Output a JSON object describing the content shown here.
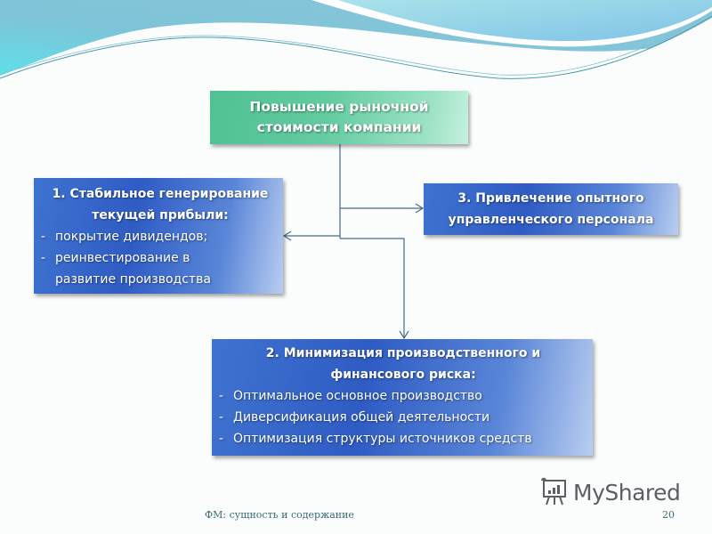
{
  "slide": {
    "root": {
      "lines": [
        "Повышение рыночной",
        "стоимости компании"
      ],
      "color": "#5cc99a"
    },
    "box1": {
      "title_lines": [
        "1. Стабильное генерирование",
        "текущей прибыли:"
      ],
      "bullets": [
        {
          "dash": "-",
          "text": "покрытие дивидендов;"
        },
        {
          "dash": "-",
          "text": "реинвестирование в"
        },
        {
          "dash": "",
          "text": "развитие производства"
        }
      ]
    },
    "box2": {
      "title_lines": [
        "2. Минимизация производственного и",
        "финансового риска:"
      ],
      "bullets": [
        {
          "dash": "-",
          "text": "Оптимальное основное производство"
        },
        {
          "dash": "-",
          "text": "Диверсификация общей деятельности"
        },
        {
          "dash": "-",
          "text": "Оптимизация структуры источников средств"
        }
      ]
    },
    "box3": {
      "lines": [
        "3. Привлечение опытного",
        "управленческого персонала"
      ]
    },
    "box_color": "#3561c8",
    "connector_color": "#4a6a8a"
  },
  "footer": {
    "title": "ФМ: сущность и содержание",
    "page_number": "20"
  },
  "watermark": {
    "text": "MyShared",
    "icon": "presentation-board-icon"
  }
}
